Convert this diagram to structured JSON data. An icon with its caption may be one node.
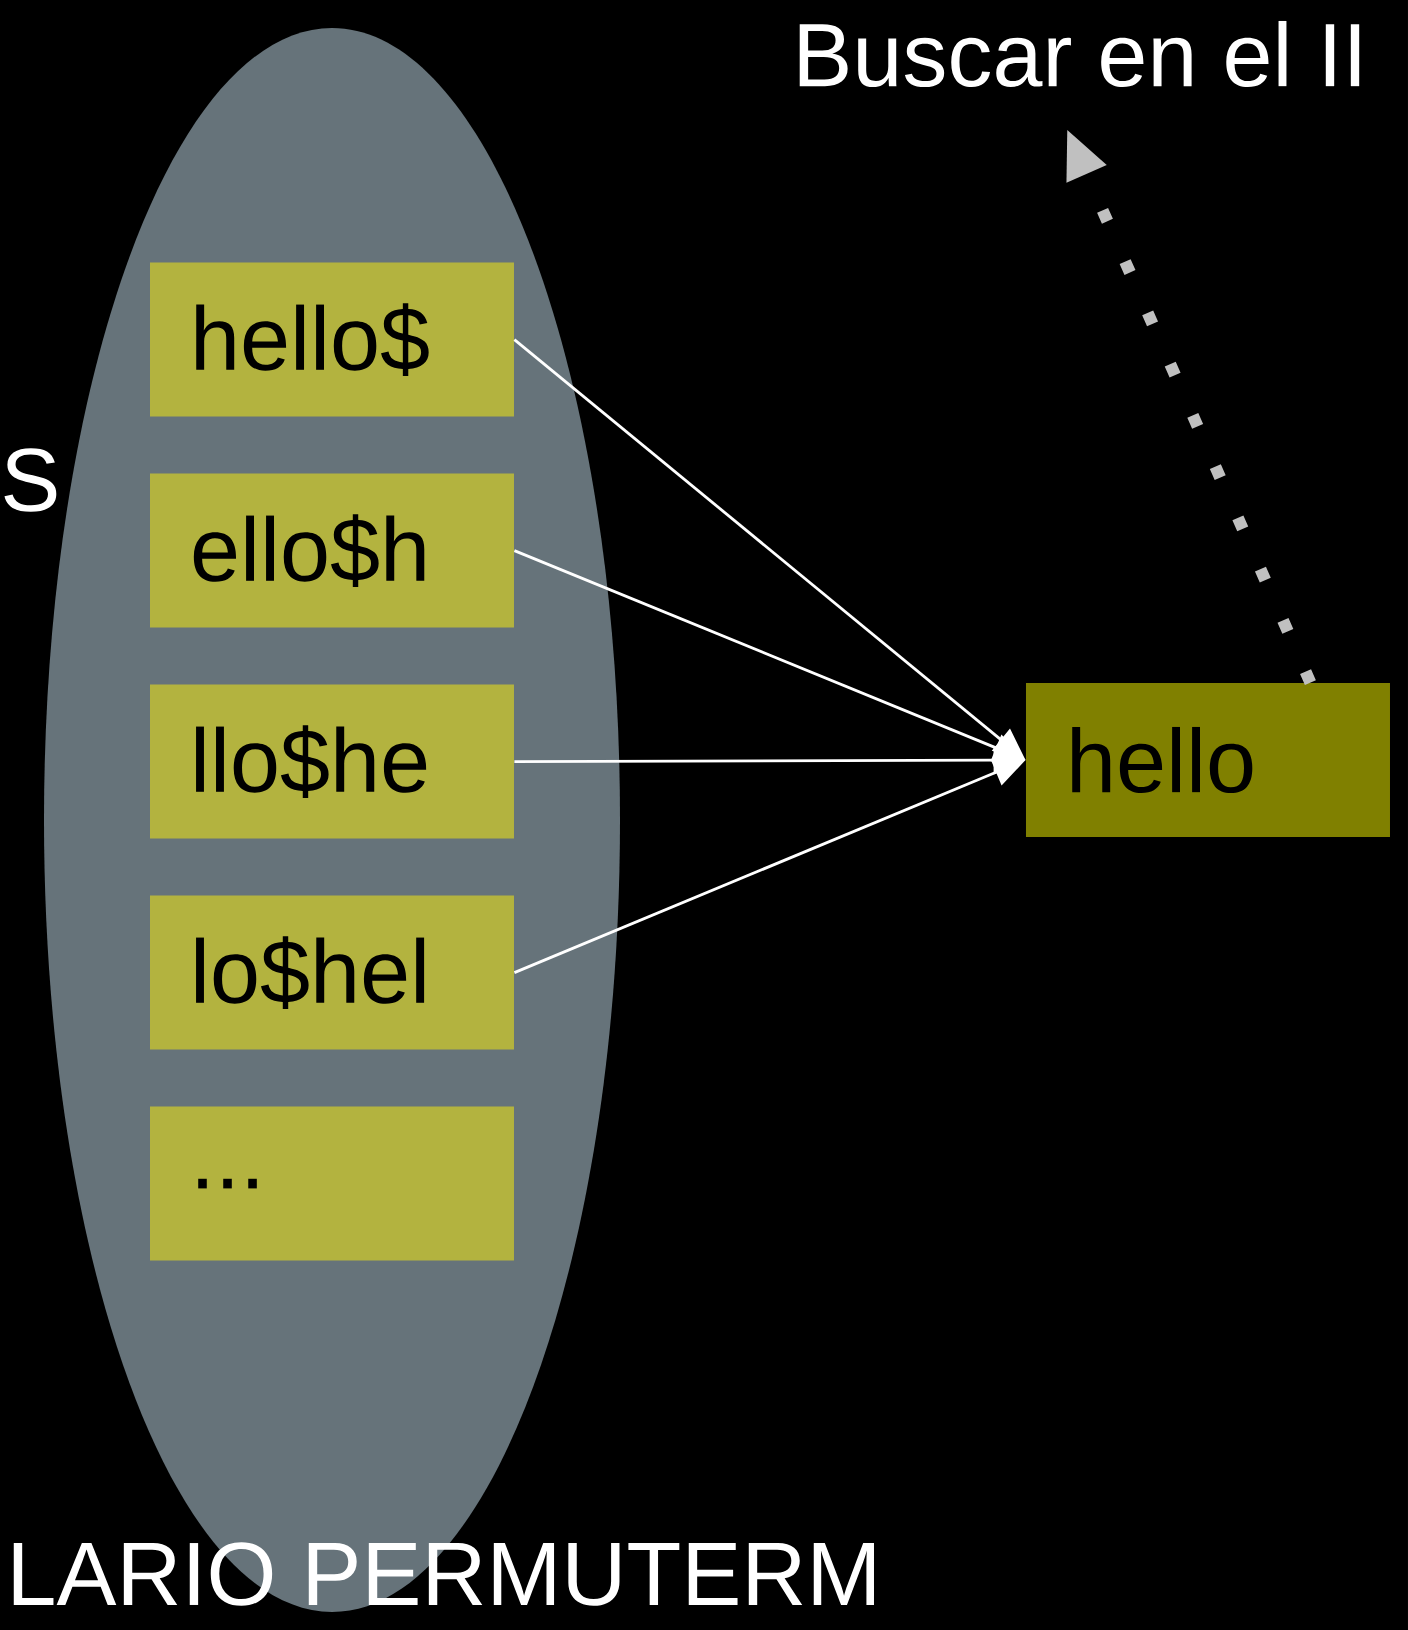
{
  "diagram": {
    "nodes": [
      {
        "text": [],
        "shape": "ellipse"
      },
      {
        "text": [
          "hello$"
        ],
        "in": 0
      },
      {
        "text": [
          "ello$h"
        ],
        "in": 0
      },
      {
        "text": [
          "llo$he"
        ],
        "in": 0
      },
      {
        "text": [
          "lo$hel"
        ],
        "in": 0
      },
      {
        "text": [
          "..."
        ],
        "in": 0
      },
      {
        "text": [
          "hello"
        ]
      },
      {
        "text": [
          "Buscar en el II"
        ]
      }
    ],
    "edges": [
      {
        "from": 1,
        "to": 6,
        "arrow": "to"
      },
      {
        "from": 2,
        "to": 6,
        "arrow": "to"
      },
      {
        "from": 3,
        "to": 6,
        "arrow": "to"
      },
      {
        "from": 4,
        "to": 6,
        "arrow": "to"
      },
      {
        "from": 6,
        "to": 7,
        "arrow": "to",
        "style": "dashed",
        "color": "#c0c0c0"
      }
    ],
    "labels": [
      "S",
      "LARIO PERMUTERM"
    ]
  }
}
